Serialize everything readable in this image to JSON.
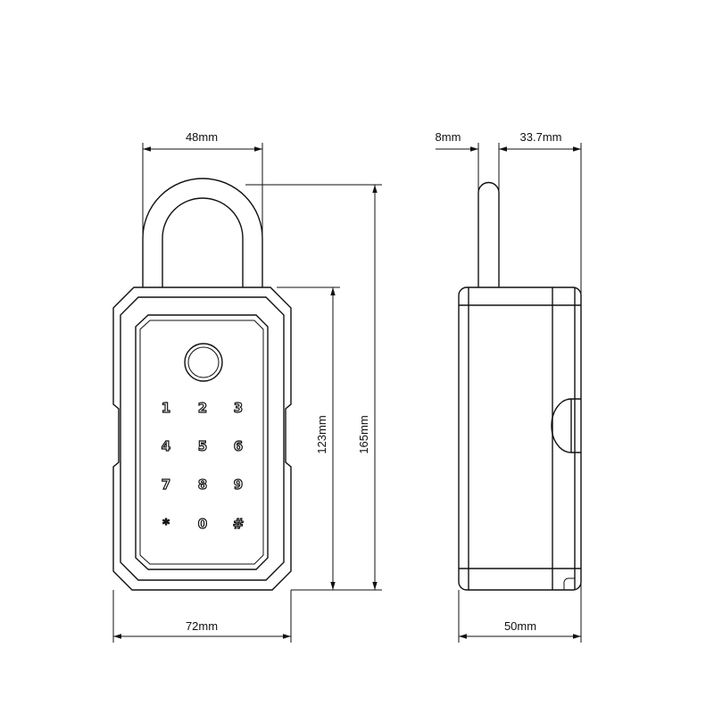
{
  "dimensions": {
    "shackle_width": "48mm",
    "shackle_thickness": "8mm",
    "shackle_offset": "33.7mm",
    "body_height": "123mm",
    "total_height": "165mm",
    "body_width": "72mm",
    "body_depth": "50mm"
  },
  "keypad": {
    "keys": [
      "1",
      "2",
      "3",
      "4",
      "5",
      "6",
      "7",
      "8",
      "9",
      "*",
      "0",
      "#"
    ]
  },
  "colors": {
    "line": "#111111",
    "background": "#ffffff"
  }
}
